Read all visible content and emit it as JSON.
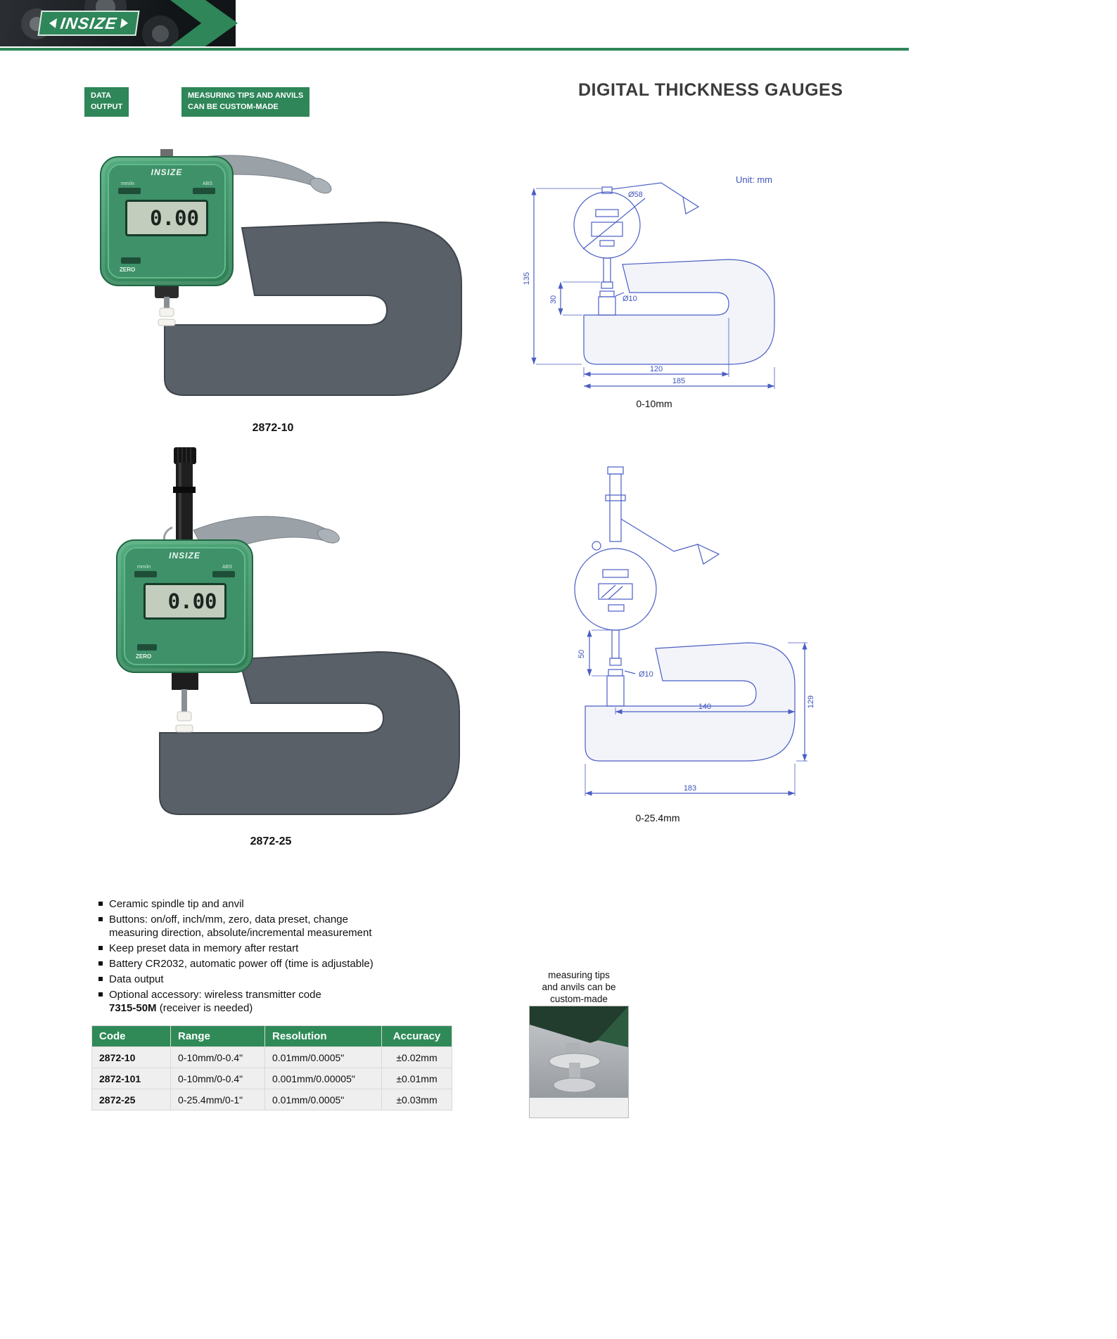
{
  "header": {
    "logo": "INSIZE"
  },
  "page": {
    "title": "DIGITAL THICKNESS GAUGES",
    "unit": "Unit: mm"
  },
  "badges": {
    "data_output": "DATA\nOUTPUT",
    "custom": "MEASURING TIPS AND ANVILS\nCAN BE CUSTOM-MADE"
  },
  "dial": {
    "logo": "INSIZE",
    "display": "0.00",
    "btn_left": "mm/in",
    "btn_right": "ABS",
    "zero": "ZERO"
  },
  "products": [
    {
      "code": "2872-10"
    },
    {
      "code": "2872-25"
    }
  ],
  "drawing1": {
    "caption": "0-10mm",
    "dial_dia": "Ø58",
    "height": "135",
    "travel": "30",
    "anvil_dia": "Ø10",
    "depth": "120",
    "width": "185"
  },
  "drawing2": {
    "caption": "0-25.4mm",
    "lift": "50",
    "anvil_dia": "Ø10",
    "depth": "140",
    "height": "129",
    "width": "183"
  },
  "features": {
    "items": [
      "Ceramic spindle tip and anvil",
      "Buttons: on/off, inch/mm, zero, data preset, change\nmeasuring direction, absolute/incremental measurement",
      "Keep preset data in memory after restart",
      "Battery CR2032, automatic power off (time is adjustable)",
      "Data output"
    ],
    "optional_prefix": "Optional accessory: wireless transmitter code",
    "optional_code": "7315-50M",
    "optional_suffix": " (receiver is needed)"
  },
  "tips": {
    "caption": "measuring tips\nand anvils can be\ncustom-made"
  },
  "table": {
    "headers": [
      "Code",
      "Range",
      "Resolution",
      "Accuracy"
    ],
    "rows": [
      [
        "2872-10",
        "0-10mm/0-0.4\"",
        "0.01mm/0.0005\"",
        "±0.02mm"
      ],
      [
        "2872-101",
        "0-10mm/0-0.4\"",
        "0.001mm/0.00005\"",
        "±0.01mm"
      ],
      [
        "2872-25",
        "0-25.4mm/0-1\"",
        "0.01mm/0.0005\"",
        "±0.03mm"
      ]
    ]
  },
  "colors": {
    "brand_green": "#2e8659",
    "table_header_green": "#2f8a58",
    "drawing_blue": "#4a5ec5",
    "frame_gray": "#596068"
  }
}
